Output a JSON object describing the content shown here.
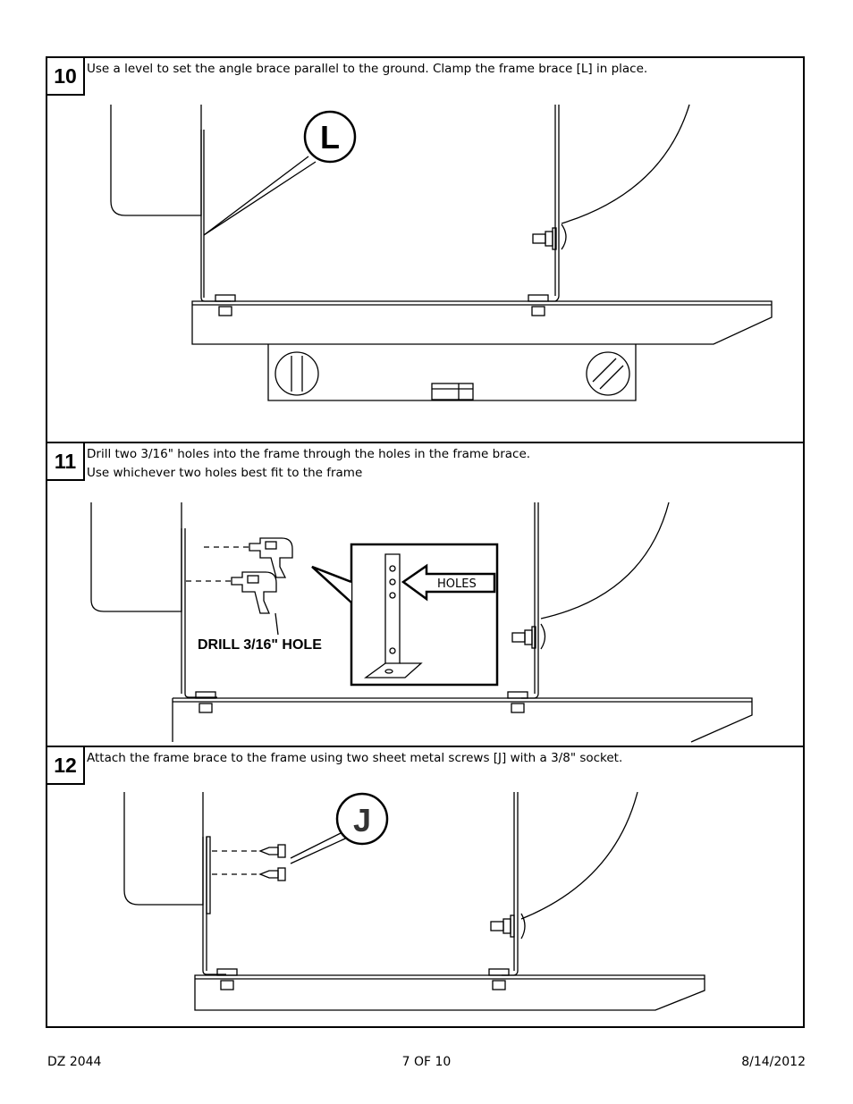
{
  "steps": [
    {
      "number": "10",
      "lines": [
        "Use a level to set the angle brace parallel to the ground.  Clamp the frame brace [L] in place."
      ],
      "callout": "L"
    },
    {
      "number": "11",
      "lines": [
        "Drill two 3/16\" holes into the frame through the holes in the frame brace.",
        "Use whichever two holes best fit to the frame"
      ],
      "drill_label": "DRILL 3/16\" HOLE",
      "holes_label": "HOLES"
    },
    {
      "number": "12",
      "lines": [
        "Attach the frame brace to the frame using two sheet metal screws [J] with a 3/8\" socket."
      ],
      "callout": "J"
    }
  ],
  "footer": {
    "left": "DZ 2044",
    "center": "7 OF 10",
    "right": "8/14/2012"
  }
}
